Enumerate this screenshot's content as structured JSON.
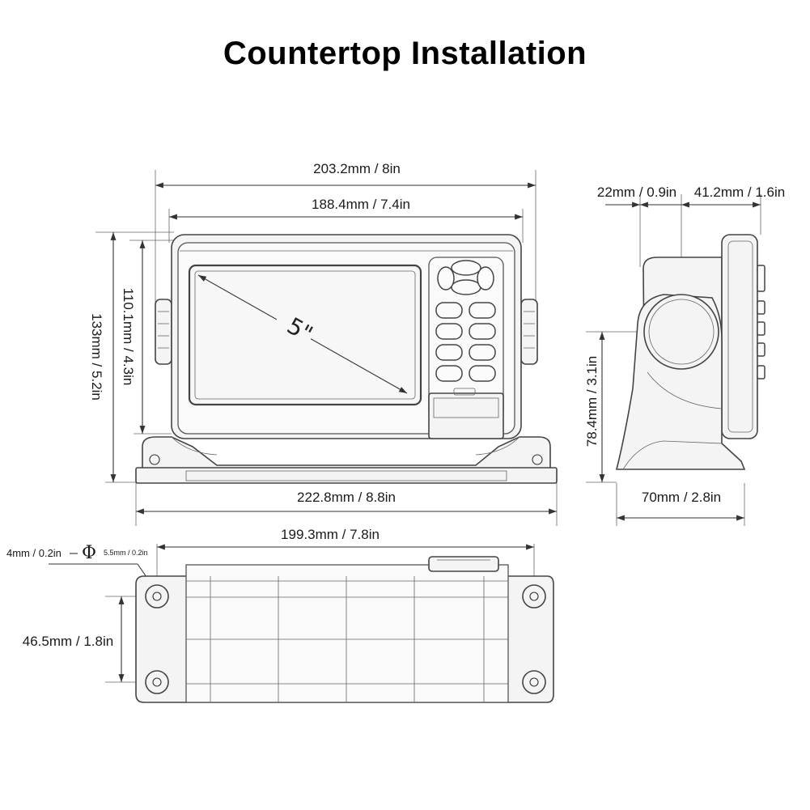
{
  "title": "Countertop Installation",
  "front_view": {
    "overall_width": "203.2mm / 8in",
    "body_width": "188.4mm / 7.4in",
    "overall_height": "133mm / 5.2in",
    "body_height": "110.1mm / 4.3in",
    "screen_size": "5\"",
    "base_width": "222.8mm / 8.8in"
  },
  "side_view": {
    "bracket_offset": "22mm / 0.9in",
    "depth_top": "41.2mm / 1.6in",
    "pivot_height": "78.4mm / 3.1in",
    "base_depth": "70mm / 2.8in"
  },
  "top_view": {
    "hole_spacing_width": "199.3mm / 7.8in",
    "hole_spacing_depth": "46.5mm / 1.8in",
    "hole_depth_label": "4mm / 0.2in",
    "diameter_symbol": "Φ",
    "hole_diameter": "5.5mm / 0.2in"
  },
  "colors": {
    "line": "#333333",
    "fill": "#f4f4f4",
    "background": "#ffffff"
  }
}
